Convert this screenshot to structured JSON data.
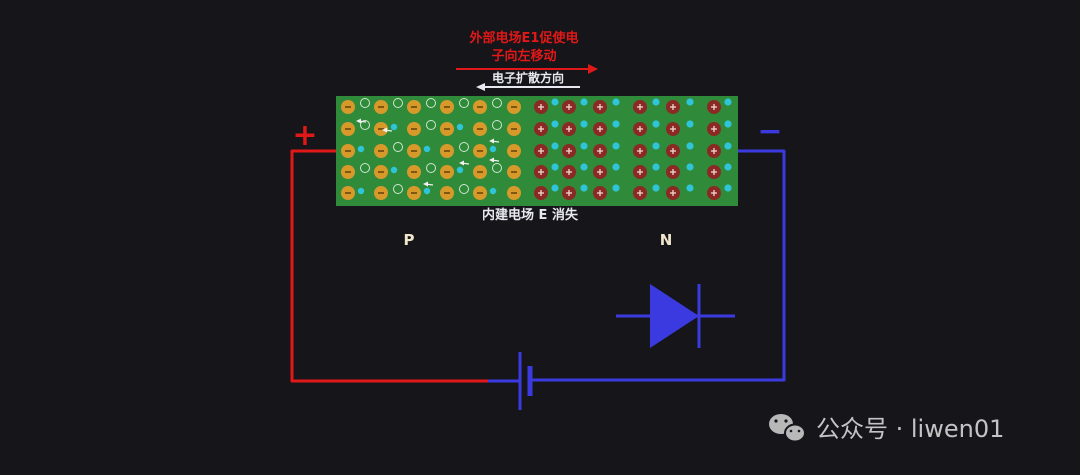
{
  "annotations": {
    "external_field_line1": "外部电场E1促使电",
    "external_field_line2": "子向左移动",
    "electron_diffusion": "电子扩散方向",
    "builtin_field": "内建电场 E 消失",
    "p_region": "P",
    "n_region": "N",
    "positive_terminal": "+",
    "negative_terminal": "−"
  },
  "watermark": {
    "text": "公众号 · liwen01"
  },
  "colors": {
    "background": "#16151a",
    "block": "#2f8a3a",
    "acceptor_ion": "#d79a2a",
    "donor_ion": "#8b2a24",
    "electron": "#2fc4d8",
    "positive_wire": "#e01818",
    "negative_wire": "#3a3ae0",
    "red_arrow": "#e01818",
    "white_arrow": "#e8e8f0"
  }
}
